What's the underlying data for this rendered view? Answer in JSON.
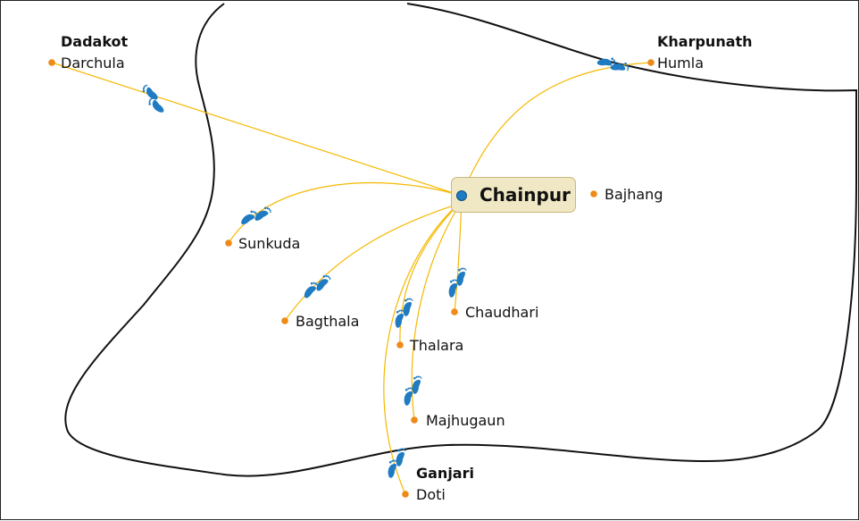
{
  "map": {
    "hub": "Chainpur",
    "places": {
      "darchula": {
        "region": "Dadakot",
        "name": "Darchula"
      },
      "humla": {
        "region": "Kharpunath",
        "name": "Humla"
      },
      "doti": {
        "region": "Ganjari",
        "name": "Doti"
      },
      "bajhang": {
        "name": "Bajhang"
      },
      "sunkuda": {
        "name": "Sunkuda"
      },
      "bagthala": {
        "name": "Bagthala"
      },
      "chaudhari": {
        "name": "Chaudhari"
      },
      "thalara": {
        "name": "Thalara"
      },
      "majhugaun": {
        "name": "Majhugaun"
      }
    },
    "colors": {
      "route": "#f5b800",
      "dot": "#ee8a17",
      "hub_dot": "#1f7bc2",
      "footprint": "#1f7bc2",
      "border": "#111111",
      "hub_box": "#f0e7c4"
    },
    "icons": {
      "footprint": "footprints-icon",
      "location": "location-dot-icon"
    }
  }
}
